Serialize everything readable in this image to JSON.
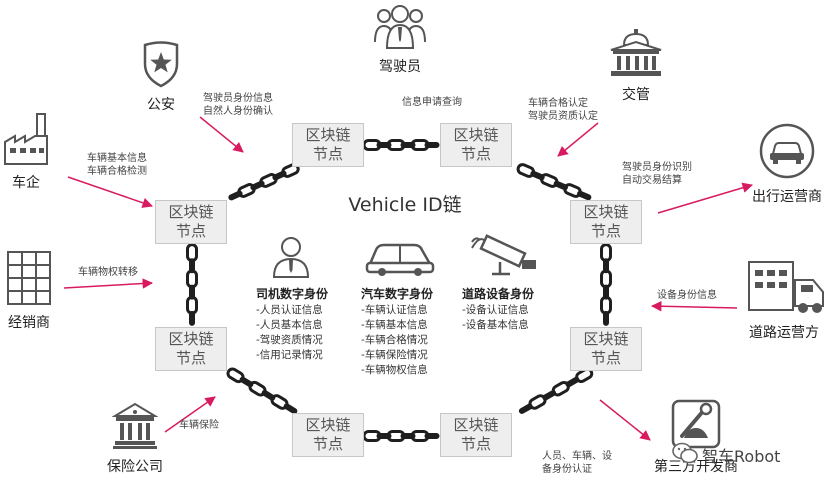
{
  "center_title": "Vehicle ID链",
  "node_label_line1": "区块链",
  "node_label_line2": "节点",
  "entities": {
    "police": "公安",
    "driver": "驾驶员",
    "traffic": "交管",
    "carmaker": "车企",
    "dealer": "经销商",
    "insurance": "保险公司",
    "mobility": "出行运营商",
    "road_operator": "道路运营方",
    "developer": "第三方开发商"
  },
  "notes": {
    "police_1": "驾驶员身份信息",
    "police_2": "自然人身份确认",
    "driver_1": "信息申请查询",
    "traffic_1": "车辆合格认定",
    "traffic_2": "驾驶员资质认定",
    "carmaker_1": "车辆基本信息",
    "carmaker_2": "车辆合格检测",
    "dealer_1": "车辆物权转移",
    "mobility_1": "驾驶员身份识别",
    "mobility_2": "自动交易结算",
    "road_1": "设备身份信息",
    "insurance_1": "车辆保险",
    "developer_1": "人员、车辆、设",
    "developer_2": "备身份认证"
  },
  "panels": {
    "driver": {
      "title": "司机数字身份",
      "items": [
        "-人员认证信息",
        "-人员基本信息",
        "-驾驶资质情况",
        "-信用记录情况"
      ]
    },
    "car": {
      "title": "汽车数字身份",
      "items": [
        "-车辆认证信息",
        "-车辆基本信息",
        "-车辆合格情况",
        "-车辆保险情况",
        "-车辆物权信息"
      ]
    },
    "device": {
      "title": "道路设备身份",
      "items": [
        "-设备认证信息",
        "-设备基本信息"
      ]
    }
  },
  "watermark": "智车Robot",
  "colors": {
    "accent": "#d81b60",
    "chain": "#1f1f1f",
    "node_bg": "#eeeeee",
    "icon": "#555555"
  }
}
